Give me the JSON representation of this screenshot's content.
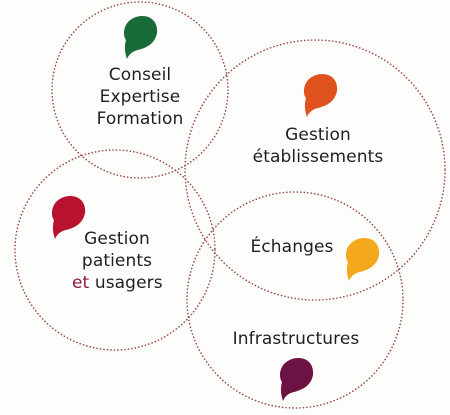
{
  "nodes": {
    "conseil": {
      "lines": [
        "Conseil",
        "Expertise",
        "Formation"
      ],
      "icon": "green-comma-icon",
      "color": "#1a6b3a"
    },
    "gestion_etab": {
      "lines": [
        "Gestion",
        "établissements"
      ],
      "icon": "orange-comma-icon",
      "color": "#e0531f"
    },
    "gestion_patients": {
      "line1": "Gestion",
      "line2": "patients",
      "line3_accent": "et",
      "line3_rest": " usagers",
      "icon": "red-comma-icon",
      "color": "#b8122e"
    },
    "echanges": {
      "lines": [
        "Échanges"
      ],
      "icon": "yellow-comma-icon",
      "color": "#f4a81d"
    },
    "infrastructures": {
      "lines": [
        "Infrastructures"
      ],
      "icon": "purple-comma-icon",
      "color": "#6d1343"
    }
  },
  "colors": {
    "text": "#1f1f1f",
    "accent_text": "#8e1a3c",
    "circle_stroke": "#9a4a4a"
  }
}
